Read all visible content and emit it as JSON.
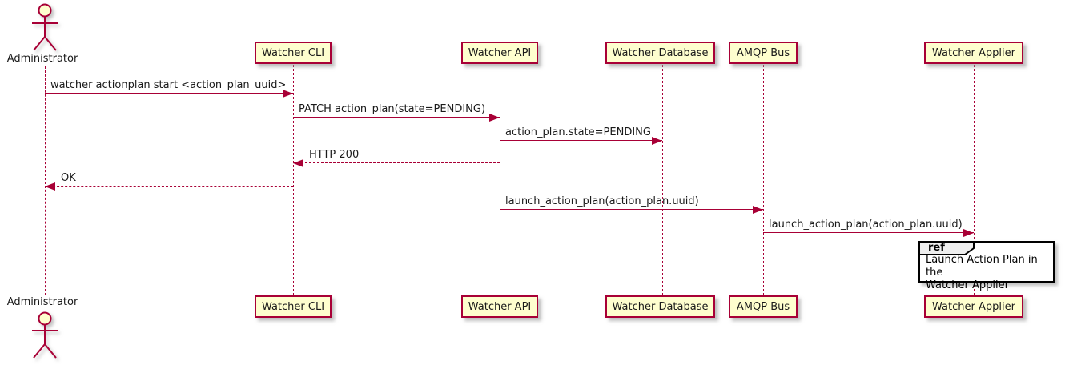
{
  "diagram": {
    "type": "sequence",
    "colors": {
      "accent": "#A80036",
      "participant_fill": "#FEFECE",
      "participant_border": "#A80036",
      "ref_border": "#000000",
      "ref_tab_fill": "#EEEEEE",
      "text": "#1a1a1a"
    },
    "actor": {
      "name": "Administrator"
    },
    "participants": [
      {
        "label": "Watcher CLI"
      },
      {
        "label": "Watcher API"
      },
      {
        "label": "Watcher Database"
      },
      {
        "label": "AMQP Bus"
      },
      {
        "label": "Watcher Applier"
      }
    ],
    "messages": [
      {
        "from": "Administrator",
        "to": "Watcher CLI",
        "label": "watcher actionplan start <action_plan_uuid>",
        "style": "solid"
      },
      {
        "from": "Watcher CLI",
        "to": "Watcher API",
        "label": "PATCH action_plan(state=PENDING)",
        "style": "solid"
      },
      {
        "from": "Watcher API",
        "to": "Watcher Database",
        "label": "action_plan.state=PENDING",
        "style": "solid"
      },
      {
        "from": "Watcher API",
        "to": "Watcher CLI",
        "label": "HTTP 200",
        "style": "dashed"
      },
      {
        "from": "Watcher CLI",
        "to": "Administrator",
        "label": "OK",
        "style": "dashed"
      },
      {
        "from": "Watcher API",
        "to": "AMQP Bus",
        "label": "launch_action_plan(action_plan.uuid)",
        "style": "solid"
      },
      {
        "from": "AMQP Bus",
        "to": "Watcher Applier",
        "label": "launch_action_plan(action_plan.uuid)",
        "style": "solid"
      }
    ],
    "ref": {
      "keyword": "ref",
      "line1": "Launch Action Plan in the",
      "line2": "Watcher Applier"
    }
  }
}
